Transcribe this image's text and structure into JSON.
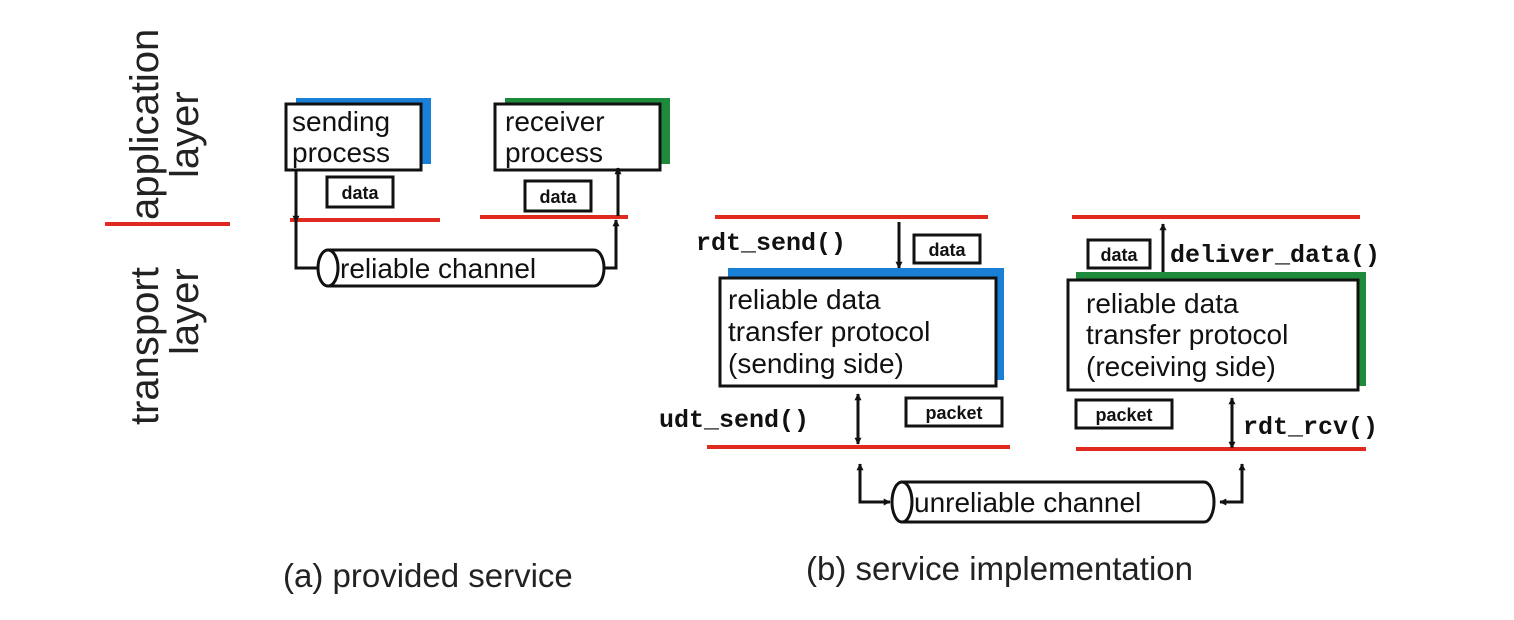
{
  "layers": {
    "application": [
      "application",
      "layer"
    ],
    "transport": [
      "transport",
      "layer"
    ]
  },
  "part_a": {
    "sender": [
      "sending",
      "process"
    ],
    "receiver": [
      "receiver",
      "process"
    ],
    "data_tag_left": "data",
    "data_tag_right": "data",
    "channel": "reliable channel",
    "caption": "(a)  provided service"
  },
  "part_b": {
    "rdt_send": "rdt_send()",
    "deliver_data": "deliver_data()",
    "udt_send": "udt_send()",
    "rdt_rcv": "rdt_rcv()",
    "data_tag_send": "data",
    "data_tag_recv": "data",
    "packet_tag_send": "packet",
    "packet_tag_recv": "packet",
    "send_protocol": [
      "reliable data",
      "transfer protocol",
      "(sending side)"
    ],
    "recv_protocol": [
      "reliable data",
      "transfer protocol",
      "(receiving side)"
    ],
    "channel": "unreliable channel",
    "caption": "(b) service implementation"
  },
  "colors": {
    "layer_line": "#e02a1f",
    "sender_accent": "#1a7fd6",
    "receiver_accent": "#1e8a3c",
    "ink": "#111111"
  }
}
